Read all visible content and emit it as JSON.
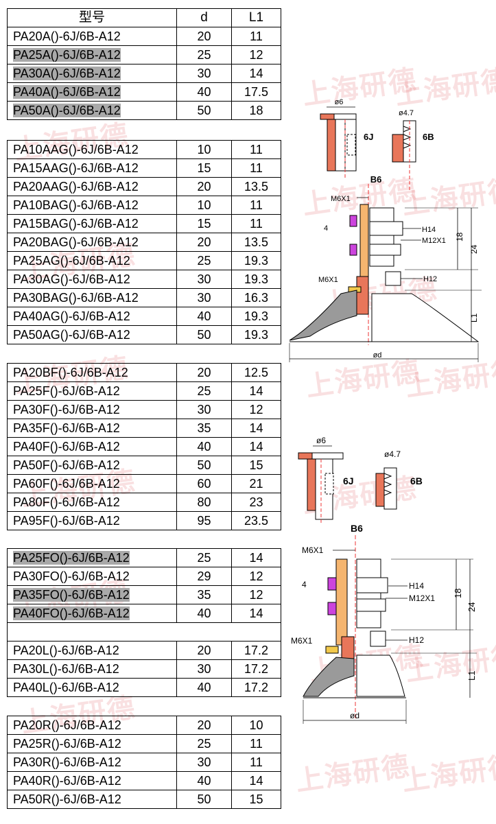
{
  "watermark": "上海研德",
  "header": {
    "model": "型号",
    "d": "d",
    "l1": "L1"
  },
  "groups": [
    {
      "rows": [
        {
          "model": "PA20A()-6J/6B-A12",
          "d": "20",
          "l1": "11",
          "hl": false
        },
        {
          "model": "PA25A()-6J/6B-A12",
          "d": "25",
          "l1": "12",
          "hl": true
        },
        {
          "model": "PA30A()-6J/6B-A12",
          "d": "30",
          "l1": "14",
          "hl": true
        },
        {
          "model": "PA40A()-6J/6B-A12",
          "d": "40",
          "l1": "17.5",
          "hl": true
        },
        {
          "model": "PA50A()-6J/6B-A12",
          "d": "50",
          "l1": "18",
          "hl": true
        }
      ]
    },
    {
      "rows": [
        {
          "model": "PA10AAG()-6J/6B-A12",
          "d": "10",
          "l1": "11",
          "hl": false
        },
        {
          "model": "PA15AAG()-6J/6B-A12",
          "d": "15",
          "l1": "11",
          "hl": false
        },
        {
          "model": "PA20AAG()-6J/6B-A12",
          "d": "20",
          "l1": "13.5",
          "hl": false
        },
        {
          "model": "PA10BAG()-6J/6B-A12",
          "d": "10",
          "l1": "11",
          "hl": false
        },
        {
          "model": "PA15BAG()-6J/6B-A12",
          "d": "15",
          "l1": "11",
          "hl": false
        },
        {
          "model": "PA20BAG()-6J/6B-A12",
          "d": "20",
          "l1": "13.5",
          "hl": false
        },
        {
          "model": "PA25AG()-6J/6B-A12",
          "d": "25",
          "l1": "19.3",
          "hl": false
        },
        {
          "model": "PA30AG()-6J/6B-A12",
          "d": "30",
          "l1": "19.3",
          "hl": false
        },
        {
          "model": "PA30BAG()-6J/6B-A12",
          "d": "30",
          "l1": "16.3",
          "hl": false
        },
        {
          "model": "PA40AG()-6J/6B-A12",
          "d": "40",
          "l1": "19.3",
          "hl": false
        },
        {
          "model": "PA50AG()-6J/6B-A12",
          "d": "50",
          "l1": "19.3",
          "hl": false
        }
      ]
    },
    {
      "rows": [
        {
          "model": "PA20BF()-6J/6B-A12",
          "d": "20",
          "l1": "12.5",
          "hl": false
        },
        {
          "model": "PA25F()-6J/6B-A12",
          "d": "25",
          "l1": "14",
          "hl": false
        },
        {
          "model": "PA30F()-6J/6B-A12",
          "d": "30",
          "l1": "12",
          "hl": false
        },
        {
          "model": "PA35F()-6J/6B-A12",
          "d": "35",
          "l1": "14",
          "hl": false
        },
        {
          "model": "PA40F()-6J/6B-A12",
          "d": "40",
          "l1": "14",
          "hl": false
        },
        {
          "model": "PA50F()-6J/6B-A12",
          "d": "50",
          "l1": "15",
          "hl": false
        },
        {
          "model": "PA60F()-6J/6B-A12",
          "d": "60",
          "l1": "21",
          "hl": false
        },
        {
          "model": "PA80F()-6J/6B-A12",
          "d": "80",
          "l1": "23",
          "hl": false
        },
        {
          "model": "PA95F()-6J/6B-A12",
          "d": "95",
          "l1": "23.5",
          "hl": false
        }
      ]
    },
    {
      "rows": [
        {
          "model": "PA25FO()-6J/6B-A12",
          "d": "25",
          "l1": "14",
          "hl": true
        },
        {
          "model": "PA30FO()-6J/6B-A12",
          "d": "29",
          "l1": "12",
          "hl": false
        },
        {
          "model": "PA35FO()-6J/6B-A12",
          "d": "35",
          "l1": "12",
          "hl": true
        },
        {
          "model": "PA40FO()-6J/6B-A12",
          "d": "40",
          "l1": "14",
          "hl": true
        },
        {
          "blank": true
        },
        {
          "model": "PA20L()-6J/6B-A12",
          "d": "20",
          "l1": "17.2",
          "hl": false
        },
        {
          "model": "PA30L()-6J/6B-A12",
          "d": "30",
          "l1": "17.2",
          "hl": false
        },
        {
          "model": "PA40L()-6J/6B-A12",
          "d": "40",
          "l1": "17.2",
          "hl": false
        }
      ]
    },
    {
      "rows": [
        {
          "model": "PA20R()-6J/6B-A12",
          "d": "20",
          "l1": "10",
          "hl": false
        },
        {
          "model": "PA25R()-6J/6B-A12",
          "d": "25",
          "l1": "11",
          "hl": false
        },
        {
          "model": "PA30R()-6J/6B-A12",
          "d": "30",
          "l1": "11",
          "hl": false
        },
        {
          "model": "PA40R()-6J/6B-A12",
          "d": "40",
          "l1": "14",
          "hl": false
        },
        {
          "model": "PA50R()-6J/6B-A12",
          "d": "50",
          "l1": "15",
          "hl": false
        }
      ]
    }
  ],
  "drawings": {
    "top": {
      "phi6": "ø6",
      "phi47": "ø4.7",
      "j6": "6J",
      "b6": "6B",
      "b6main": "B6",
      "m6x1_top": "M6X1",
      "four": "4",
      "h14": "H14",
      "m12x1": "M12X1",
      "m6x1_mid": "M6X1",
      "h12": "H12",
      "d18": "18",
      "d24": "24",
      "l1": "L1",
      "phid": "ød"
    },
    "bottom": {
      "phi6": "ø6",
      "phi47": "ø4.7",
      "j6": "6J",
      "b6": "6B",
      "b6main": "B6",
      "m6x1_top": "M6X1",
      "four": "4",
      "h14": "H14",
      "m12x1": "M12X1",
      "m6x1_mid": "M6X1",
      "h12": "H12",
      "d18": "18",
      "d24": "24",
      "l1": "L1",
      "phid": "ød"
    }
  },
  "colors": {
    "fitting": "#e8765a",
    "body": "#f5b56f",
    "nut": "#cc44dd",
    "cup": "#9a9a9a",
    "highlight": "#a9a9a9"
  }
}
